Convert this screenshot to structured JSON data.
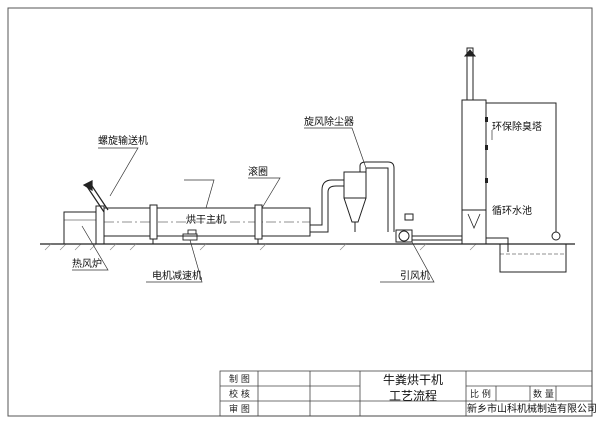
{
  "labels": {
    "screw_conveyor": "螺旋输送机",
    "hot_air_furnace": "热风炉",
    "dryer_main": "烘干主机",
    "motor_reducer": "电机减速机",
    "riding_ring": "滚圈",
    "cyclone": "旋风除尘器",
    "induced_fan": "引风机",
    "deodorizing_tower": "环保除臭塔",
    "circulating_pool": "循环水池"
  },
  "title_block": {
    "row_labels": [
      "制  图",
      "校  核",
      "审  图"
    ],
    "title_line1": "牛粪烘干机",
    "title_line2": "工艺流程",
    "scale_label": "比  例",
    "qty_label": "数  量",
    "company": "新乡市山科机械制造有限公司"
  },
  "colors": {
    "line": "#222222",
    "frame": "#555555"
  }
}
